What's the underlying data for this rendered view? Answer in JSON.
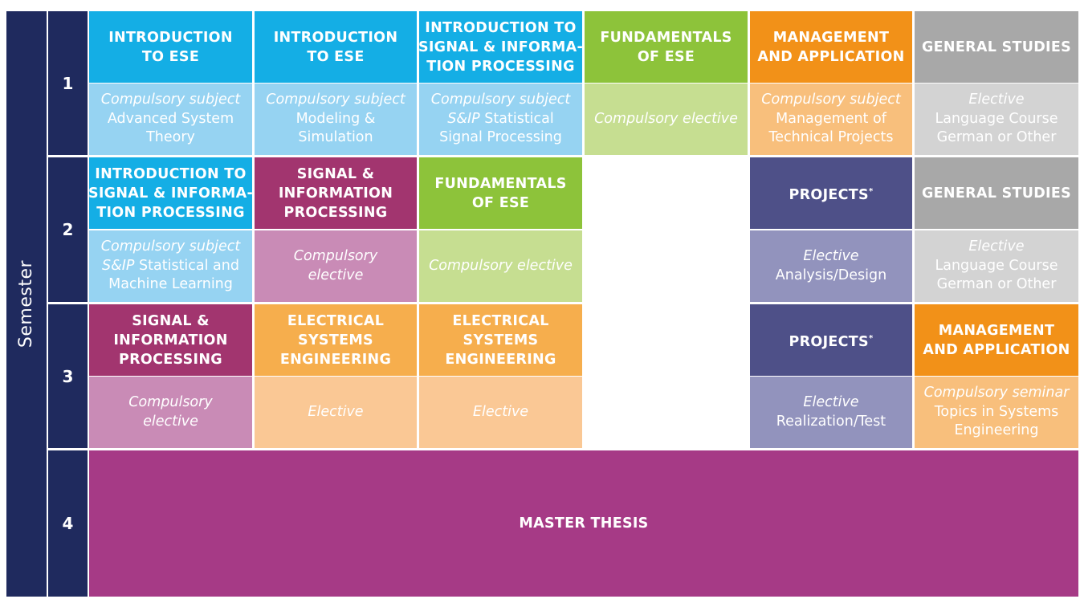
{
  "semester_label": "Semester",
  "semesters": [
    "1",
    "2",
    "3",
    "4"
  ],
  "colors": {
    "navy": "#1f2a5e",
    "blue": "#14aee5",
    "blue_light": "#96d3f2",
    "green": "#8dc33a",
    "green_light": "#c6de91",
    "orange": "#f29118",
    "orange_light": "#f8bf7c",
    "orange_mid": "#f6ae4d",
    "peach": "#fac895",
    "gray": "#a8a8a8",
    "gray_light": "#d3d3d3",
    "purple": "#a2356f",
    "purple_light": "#c98bb6",
    "indigo": "#4e5088",
    "indigo_light": "#9293bd",
    "thesis": "#a63a86"
  },
  "rows": {
    "s1": {
      "c1": {
        "head": [
          "INTRODUCTION",
          "TO ESE"
        ],
        "sub_it": "Compulsory subject",
        "sub": [
          "Advanced System",
          "Theory"
        ]
      },
      "c2": {
        "head": [
          "INTRODUCTION",
          "TO ESE"
        ],
        "sub_it": "Compulsory subject",
        "sub": [
          "Modeling &",
          "Simulation"
        ]
      },
      "c3": {
        "head": [
          "INTRODUCTION TO",
          "SIGNAL & INFORMA-",
          "TION PROCESSING"
        ],
        "sub_it": "Compulsory subject",
        "sub_prefix_it": "S&IP",
        "sub_first": " Statistical",
        "sub": [
          "Signal Processing"
        ]
      },
      "c4": {
        "head": [
          "FUNDAMENTALS",
          "OF ESE"
        ],
        "sub_it": "Compulsory elective"
      },
      "c5": {
        "head": [
          "MANAGEMENT",
          "AND APPLICATION"
        ],
        "sub_it": "Compulsory subject",
        "sub": [
          "Management of",
          "Technical Projects"
        ]
      },
      "c6": {
        "head": [
          "GENERAL STUDIES"
        ],
        "sub_it": "Elective",
        "sub": [
          "Language Course",
          "German or Other"
        ]
      }
    },
    "s2": {
      "c1": {
        "head": [
          "INTRODUCTION TO",
          "SIGNAL & INFORMA-",
          "TION PROCESSING"
        ],
        "sub_it": "Compulsory subject",
        "sub_prefix_it": "S&IP",
        "sub_first": " Statistical and",
        "sub": [
          "Machine Learning"
        ]
      },
      "c2": {
        "head": [
          "SIGNAL &",
          "INFORMATION",
          "PROCESSING"
        ],
        "sub_it_lines": [
          "Compulsory",
          "elective"
        ]
      },
      "c3": {
        "head": [
          "FUNDAMENTALS",
          "OF ESE"
        ],
        "sub_it": "Compulsory elective"
      },
      "c5": {
        "head": "PROJECTS",
        "star": "*",
        "sub_it": "Elective",
        "sub": [
          "Analysis/Design"
        ]
      },
      "c6": {
        "head": [
          "GENERAL STUDIES"
        ],
        "sub_it": "Elective",
        "sub": [
          "Language Course",
          "German or Other"
        ]
      }
    },
    "s3": {
      "c1": {
        "head": [
          "SIGNAL &",
          "INFORMATION",
          "PROCESSING"
        ],
        "sub_it_lines": [
          "Compulsory",
          "elective"
        ]
      },
      "c2": {
        "head": [
          "ELECTRICAL",
          "SYSTEMS",
          "ENGINEERING"
        ],
        "sub_it": "Elective"
      },
      "c3": {
        "head": [
          "ELECTRICAL",
          "SYSTEMS",
          "ENGINEERING"
        ],
        "sub_it": "Elective"
      },
      "c5": {
        "head": "PROJECTS",
        "star": "*",
        "sub_it": "Elective",
        "sub": [
          "Realization/Test"
        ]
      },
      "c6": {
        "head": [
          "MANAGEMENT",
          "AND APPLICATION"
        ],
        "sub_it": "Compulsory seminar",
        "sub": [
          "Topics in Systems",
          "Engineering"
        ]
      }
    },
    "s4": {
      "thesis": "MASTER THESIS"
    }
  }
}
